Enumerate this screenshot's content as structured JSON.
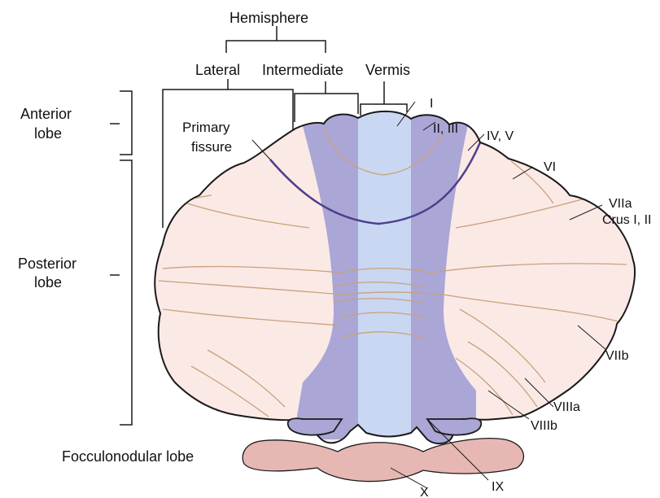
{
  "labels": {
    "hemisphere": "Hemisphere",
    "lateral": "Lateral",
    "intermediate": "Intermediate",
    "vermis": "Vermis",
    "anterior_lobe_1": "Anterior",
    "anterior_lobe_2": "lobe",
    "posterior_lobe_1": "Posterior",
    "posterior_lobe_2": "lobe",
    "primary_fissure_1": "Primary",
    "primary_fissure_2": "fissure",
    "flocculonodular_lobe": "Focculonodular lobe"
  },
  "lobules": {
    "I": "I",
    "II_III": "II, III",
    "IV_V": "IV, V",
    "VI": "VI",
    "VIIa": "VIIa",
    "crus": "Crus I, II",
    "VIIb": "VIIb",
    "VIIIa": "VIIIa",
    "VIIIb": "VIIIb",
    "IX": "IX",
    "X": "X"
  },
  "colors": {
    "hemisphere_fill": "#fbe9e6",
    "intermediate_fill": "#aaa6d6",
    "vermis_fill": "#c9d7f2",
    "flocculonodular_fill": "#e7b7b4",
    "folia_lines": "#c8a27a",
    "primary_fissure_line": "#4e3f8c",
    "outline": "#1a1a1a"
  }
}
